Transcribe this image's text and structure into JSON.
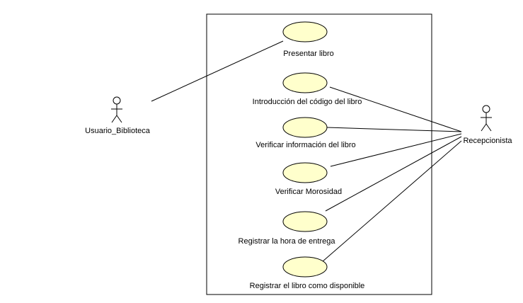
{
  "actors": {
    "usuario": {
      "label": "Usuario_Biblioteca"
    },
    "recepcionista": {
      "label": "Recepcionista"
    }
  },
  "use_cases": [
    {
      "label": "Presentar libro"
    },
    {
      "label": "Introducción del código del libro"
    },
    {
      "label": "Verificar información del libro"
    },
    {
      "label": "Verificar Morosidad"
    },
    {
      "label": "Registrar la hora de entrega"
    },
    {
      "label": "Registrar el libro como disponible"
    }
  ],
  "colors": {
    "use_case_fill": "#ffffcc",
    "line": "#000000",
    "background": "#ffffff"
  }
}
